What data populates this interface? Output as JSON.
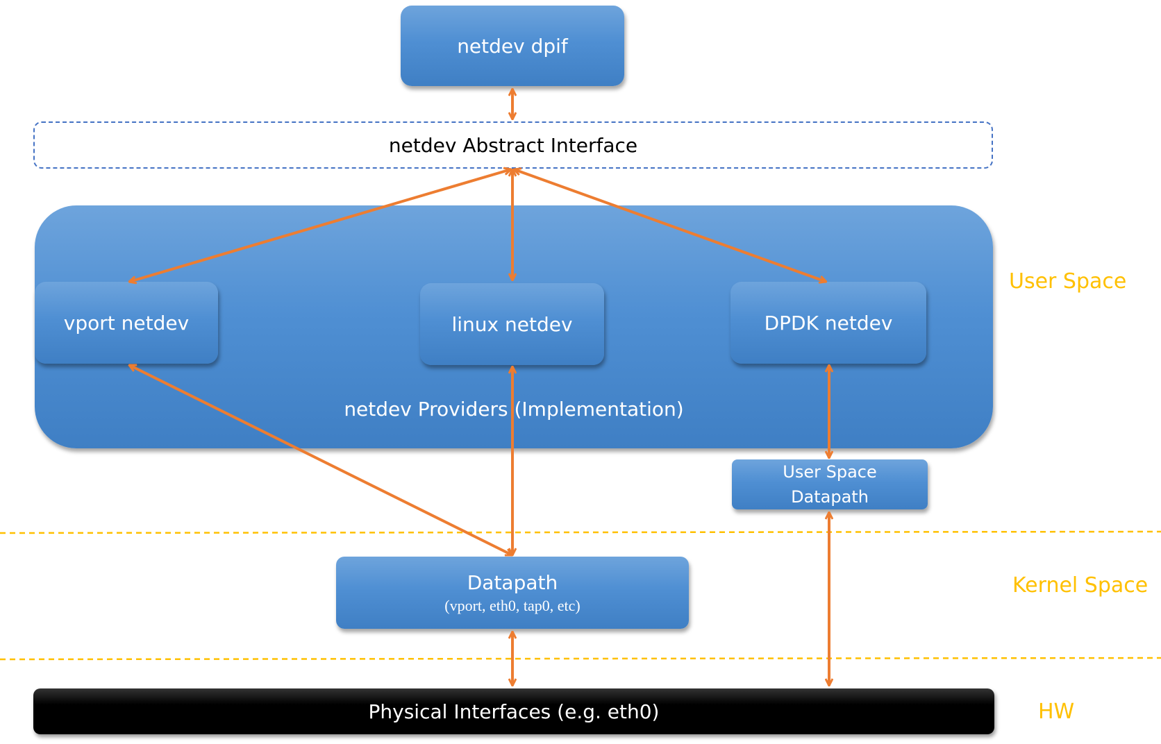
{
  "nodes": {
    "dpif": "netdev dpif",
    "abstract": "netdev Abstract Interface",
    "providers": "netdev Providers (Implementation)",
    "vport": "vport netdev",
    "linux": "linux netdev",
    "dpdk": "DPDK netdev",
    "usdp_line1": "User Space",
    "usdp_line2": "Datapath",
    "datapath": "Datapath",
    "datapath_sub": "(vport, eth0, tap0, etc)",
    "physical": "Physical Interfaces (e.g. eth0)"
  },
  "zones": {
    "user": "User Space",
    "kernel": "Kernel Space",
    "hw": "HW"
  },
  "colors": {
    "box": "#4f8fd3",
    "arrow": "#ed7d31",
    "zone_label": "#ffc000",
    "dashed_border": "#4472c4",
    "physical": "#000000"
  }
}
